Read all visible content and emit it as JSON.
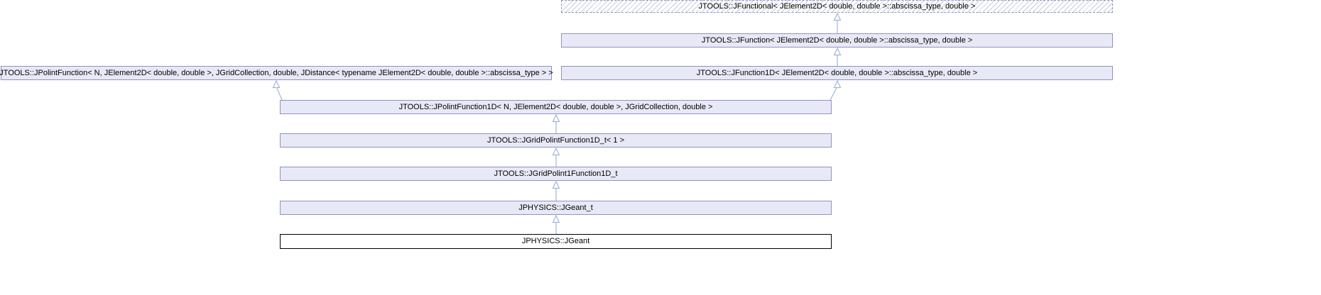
{
  "diagram": {
    "kind": "class-inheritance-graph",
    "nodes": [
      {
        "id": "JFunctional",
        "label": "JTOOLS::JFunctional< JElement2D< double, double >::abscissa_type, double >",
        "style": "dashed-hatched"
      },
      {
        "id": "JFunction",
        "label": "JTOOLS::JFunction< JElement2D< double, double >::abscissa_type, double >",
        "style": "default"
      },
      {
        "id": "JPolintFunction",
        "label": "JTOOLS::JPolintFunction< N, JElement2D< double, double >, JGridCollection, double, JDistance< typename JElement2D< double, double >::abscissa_type > >",
        "style": "default"
      },
      {
        "id": "JFunction1D",
        "label": "JTOOLS::JFunction1D< JElement2D< double, double >::abscissa_type, double >",
        "style": "default"
      },
      {
        "id": "JPolintFunction1D",
        "label": "JTOOLS::JPolintFunction1D< N, JElement2D< double, double >, JGridCollection, double >",
        "style": "default"
      },
      {
        "id": "JGridPolintFunction1D_t",
        "label": "JTOOLS::JGridPolintFunction1D_t< 1 >",
        "style": "default"
      },
      {
        "id": "JGridPolint1Function1D_t",
        "label": "JTOOLS::JGridPolint1Function1D_t",
        "style": "default"
      },
      {
        "id": "JGeant_t",
        "label": "JPHYSICS::JGeant_t",
        "style": "default"
      },
      {
        "id": "JGeant",
        "label": "JPHYSICS::JGeant",
        "style": "current"
      }
    ],
    "edges": [
      {
        "from": "JFunction",
        "to": "JFunctional"
      },
      {
        "from": "JFunction1D",
        "to": "JFunction"
      },
      {
        "from": "JPolintFunction1D",
        "to": "JPolintFunction"
      },
      {
        "from": "JPolintFunction1D",
        "to": "JFunction1D"
      },
      {
        "from": "JGridPolintFunction1D_t",
        "to": "JPolintFunction1D"
      },
      {
        "from": "JGridPolint1Function1D_t",
        "to": "JGridPolintFunction1D_t"
      },
      {
        "from": "JGeant_t",
        "to": "JGridPolint1Function1D_t"
      },
      {
        "from": "JGeant",
        "to": "JGeant_t"
      }
    ],
    "colors": {
      "node_fill": "#e8e9f6",
      "node_border": "#8f93c0",
      "edge": "#9fb6d8",
      "current_node_border": "#000000",
      "background": "#ffffff"
    }
  }
}
